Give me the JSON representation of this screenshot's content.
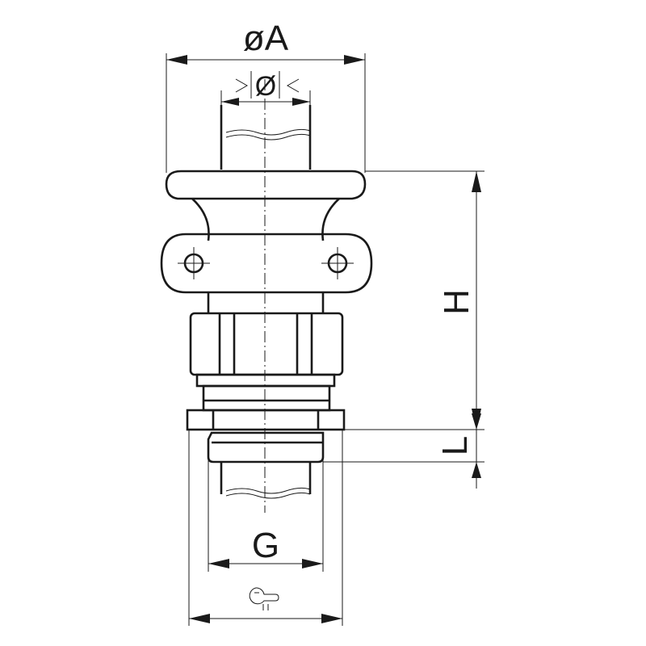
{
  "labels": {
    "outer_diameter": "øA",
    "cable_diameter": "Ø",
    "height": "H",
    "thread_length": "L",
    "thread": "G"
  },
  "icons": {
    "wrench": "wrench-icon"
  },
  "colors": {
    "line": "#1a1a1a",
    "background": "#ffffff"
  }
}
